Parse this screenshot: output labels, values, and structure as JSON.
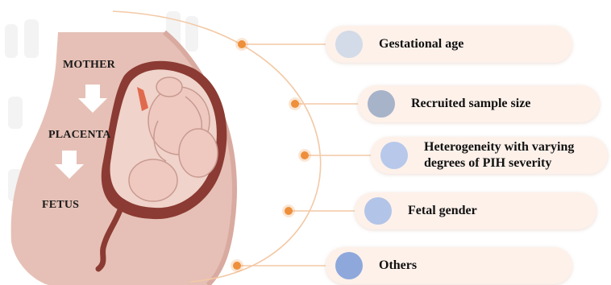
{
  "flow": {
    "mother": "MOTHER",
    "placenta": "PLACENTA",
    "fetus": "FETUS"
  },
  "factors": [
    {
      "label": "Gestational age",
      "color": "#d2dbe7"
    },
    {
      "label": "Recruited sample size",
      "color": "#a7b3c9"
    },
    {
      "label": "Heterogeneity with varying degrees of PIH severity",
      "color": "#b7c8ea"
    },
    {
      "label": "Fetal gender",
      "color": "#b2c4e8"
    },
    {
      "label": "Others",
      "color": "#8ea8dc"
    }
  ],
  "colors": {
    "accent": "#ee8f3b",
    "pill": "#fdf1ea",
    "body_skin": "#e8c4ba",
    "uterus": "#8a3a32"
  }
}
